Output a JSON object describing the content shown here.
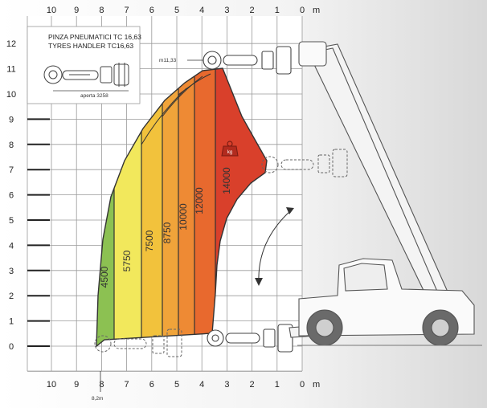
{
  "axes": {
    "x_ticks": [
      "10",
      "9",
      "8",
      "7",
      "6",
      "5",
      "4",
      "3",
      "2",
      "1",
      "0"
    ],
    "y_ticks": [
      "12",
      "11",
      "10",
      "9",
      "8",
      "7",
      "6",
      "5",
      "4",
      "3",
      "2",
      "1",
      "0"
    ],
    "unit": "m"
  },
  "inset": {
    "title_line1": "PINZA PNEUMATICI  TC 16,63",
    "title_line2": "TYRES HANDLER TC16,63",
    "opening_label": "aperta 3258"
  },
  "max_height_label": "m11,33",
  "reach_below_label": "8,2m",
  "zones": [
    {
      "label": "4500",
      "color": "#8cc152"
    },
    {
      "label": "5750",
      "color": "#f2e85c"
    },
    {
      "label": "7500",
      "color": "#f2c23c"
    },
    {
      "label": "8750",
      "color": "#f0a43a"
    },
    {
      "label": "10000",
      "color": "#ee8a34"
    },
    {
      "label": "12000",
      "color": "#e8692e"
    },
    {
      "label": "14000",
      "color": "#d9402b"
    }
  ],
  "colors": {
    "grid": "#9a9a9a",
    "outline": "#333333",
    "machine": "#555555"
  },
  "icons": [
    "weight-icon"
  ]
}
